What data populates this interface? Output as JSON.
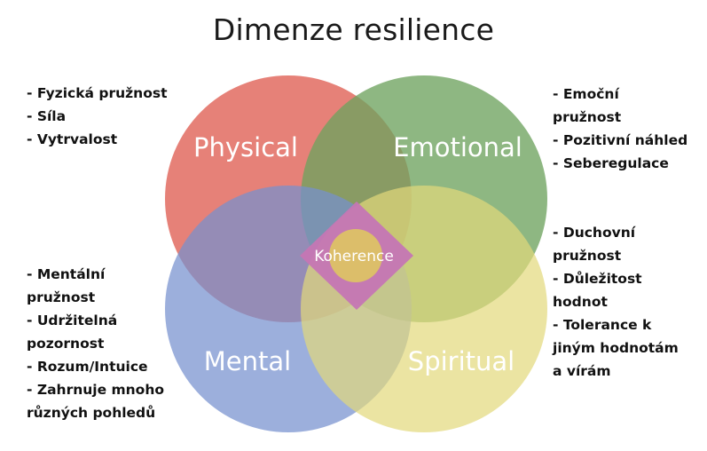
{
  "title": "Dimenze resilience",
  "circles": {
    "physical": {
      "label": "Physical",
      "color": "#e0655a"
    },
    "emotional": {
      "label": "Emotional",
      "color": "#6ea35f"
    },
    "mental": {
      "label": "Mental",
      "color": "#7690cf"
    },
    "spiritual": {
      "label": "Spiritual",
      "color": "#e3d97a"
    }
  },
  "center": {
    "label": "Koherence",
    "diamond_color": "#c576b4",
    "circle_color": "#ddc266"
  },
  "lists": {
    "physical": [
      "- Fyzická pružnost",
      "- Síla",
      "- Vytrvalost"
    ],
    "emotional": [
      "- Emoční",
      "pružnost",
      "- Pozitivní náhled",
      "- Seberegulace"
    ],
    "spiritual": [
      "- Duchovní",
      "pružnost",
      "- Důležitost",
      "hodnot",
      "- Tolerance k",
      "jiným hodnotám",
      "a vírám"
    ],
    "mental": [
      "- Mentální",
      "pružnost",
      "- Udržitelná",
      "pozornost",
      "- Rozum/Intuice",
      "- Zahrnuje mnoho",
      "různých pohledů"
    ]
  }
}
